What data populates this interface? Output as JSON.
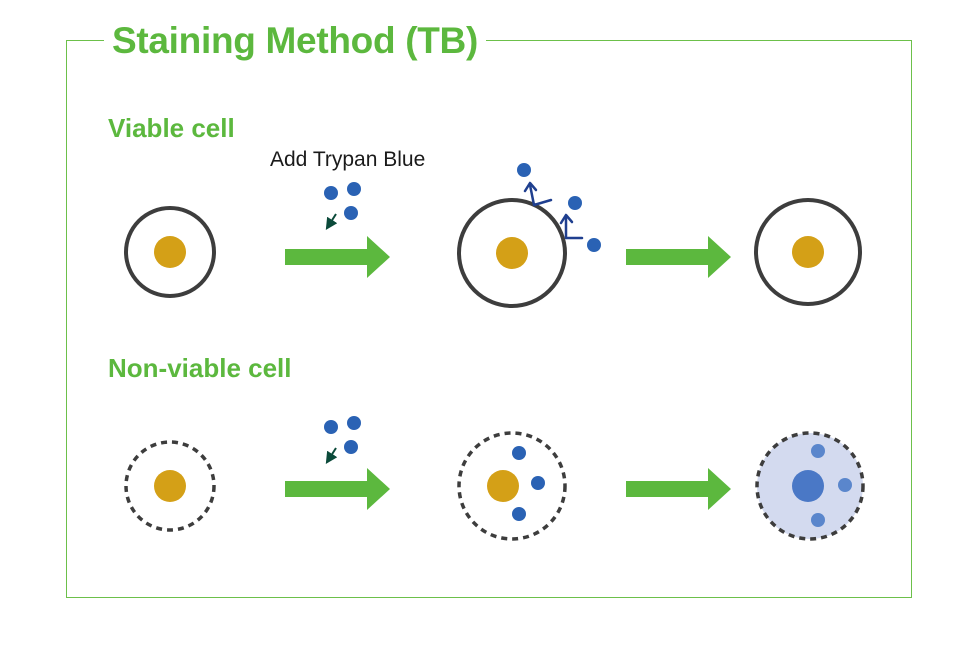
{
  "title": "Staining Method (TB)",
  "sections": {
    "viable_label": "Viable cell",
    "nonviable_label": "Non-viable cell",
    "add_label": "Add Trypan Blue"
  },
  "colors": {
    "accent_green": "#5cb83e",
    "frame_green": "#6cc04a",
    "arrow_green": "#5cb83e",
    "membrane": "#3d3d3d",
    "nucleus": "#d4a017",
    "dye": "#2a62b4",
    "dye_arrow": "#1f3f8f",
    "stained_cytoplasm": "#d3daef",
    "stained_dye": "#5a86cc"
  }
}
